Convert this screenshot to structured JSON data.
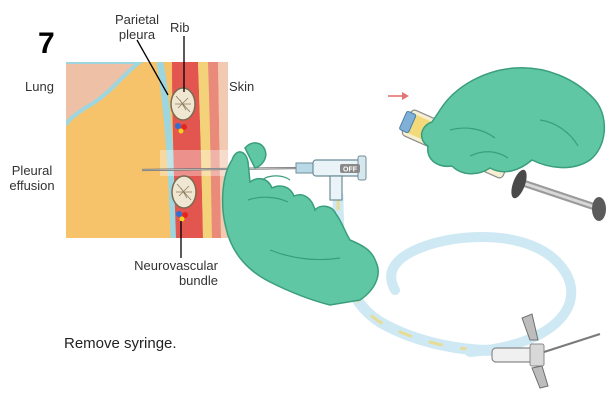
{
  "step_number": "7",
  "labels": {
    "parietal_pleura": "Parietal\npleura",
    "rib": "Rib",
    "lung": "Lung",
    "skin": "Skin",
    "pleural_effusion": "Pleural\neffusion",
    "neurovascular_bundle": "Neurovascular\nbundle",
    "stopcock": "OFF"
  },
  "caption": "Remove syringe.",
  "colors": {
    "lung": "#f6c36a",
    "pleura": "#9dd6df",
    "muscle": "#e3564f",
    "fat": "#f4d27a",
    "skin": "#f2c9b1",
    "glove": "#5fc7a4",
    "glove_dark": "#3a9e7d",
    "tube": "#cfe9f4",
    "syringe_fluid": "#f1d56b",
    "arrow": "#e57373"
  }
}
